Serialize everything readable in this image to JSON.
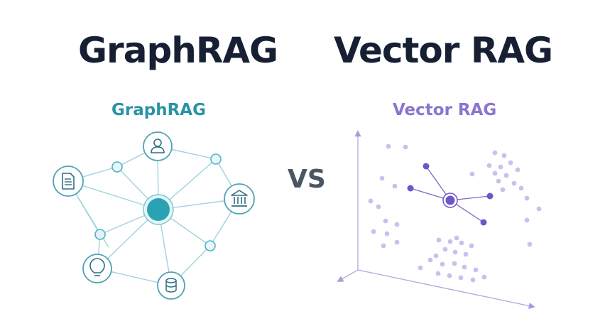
{
  "titles": {
    "left": "GraphRAG",
    "right": "Vector RAG"
  },
  "graph_panel": {
    "label": "GraphRAG",
    "accent": "#2a93a6",
    "icons": [
      "document-icon",
      "user-icon",
      "bank-icon",
      "lightbulb-icon",
      "database-icon"
    ]
  },
  "separator": "VS",
  "vector_panel": {
    "label": "Vector RAG",
    "accent": "#8a75cf",
    "point_color": "#c9c0ee",
    "highlight_color": "#6f56c8"
  },
  "colors": {
    "title": "#172033",
    "separator": "#4b5563"
  }
}
